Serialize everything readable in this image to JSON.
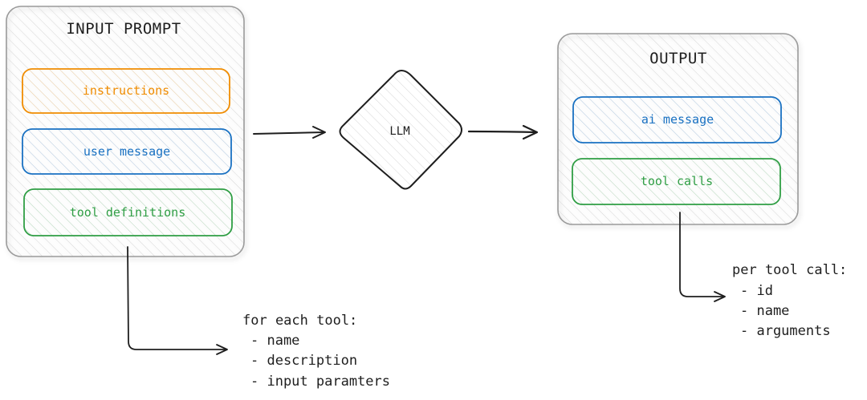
{
  "input_prompt": {
    "title": "INPUT PROMPT",
    "items": [
      {
        "label": "instructions",
        "color": "#f08c00"
      },
      {
        "label": "user message",
        "color": "#1971c2"
      },
      {
        "label": "tool definitions",
        "color": "#2f9e44"
      }
    ]
  },
  "llm": {
    "label": "LLM"
  },
  "output": {
    "title": "OUTPUT",
    "items": [
      {
        "label": "ai message",
        "color": "#1971c2"
      },
      {
        "label": "tool calls",
        "color": "#2f9e44"
      }
    ]
  },
  "tool_definition_note": {
    "heading": "for each tool:",
    "lines": [
      "- name",
      "- description",
      "- input paramters"
    ]
  },
  "tool_call_note": {
    "heading": "per tool call:",
    "lines": [
      "- id",
      "- name",
      "- arguments"
    ]
  },
  "colors": {
    "stroke": "#1e1e1e",
    "container_border": "#999999",
    "hatch": "#d0d0d0"
  }
}
